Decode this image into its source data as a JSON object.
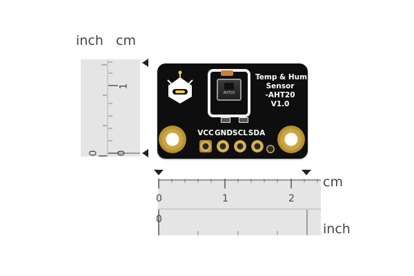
{
  "labels": {
    "top_inch": "inch",
    "top_cm": "cm",
    "bottom_cm": "cm",
    "bottom_inch": "inch"
  },
  "ruler_vertical": {
    "tick_one": "1",
    "zero_inch": "0",
    "zero_cm": "0"
  },
  "ruler_horizontal": {
    "cm_ticks": [
      "0",
      "1",
      "2"
    ],
    "inch_zero": "0"
  },
  "board": {
    "title_lines": [
      "Temp & Hum",
      "Sensor",
      "-AHT20",
      "V1.0"
    ],
    "pins": [
      "VCC",
      "GND",
      "SCL",
      "SDA"
    ],
    "chip_marking": "AHT20"
  },
  "icons": {
    "logo": "robot-head-logo-icon"
  },
  "colors": {
    "board": "#0e0e0e",
    "gold": "#c9a444",
    "ruler": "#e5e5e5"
  }
}
